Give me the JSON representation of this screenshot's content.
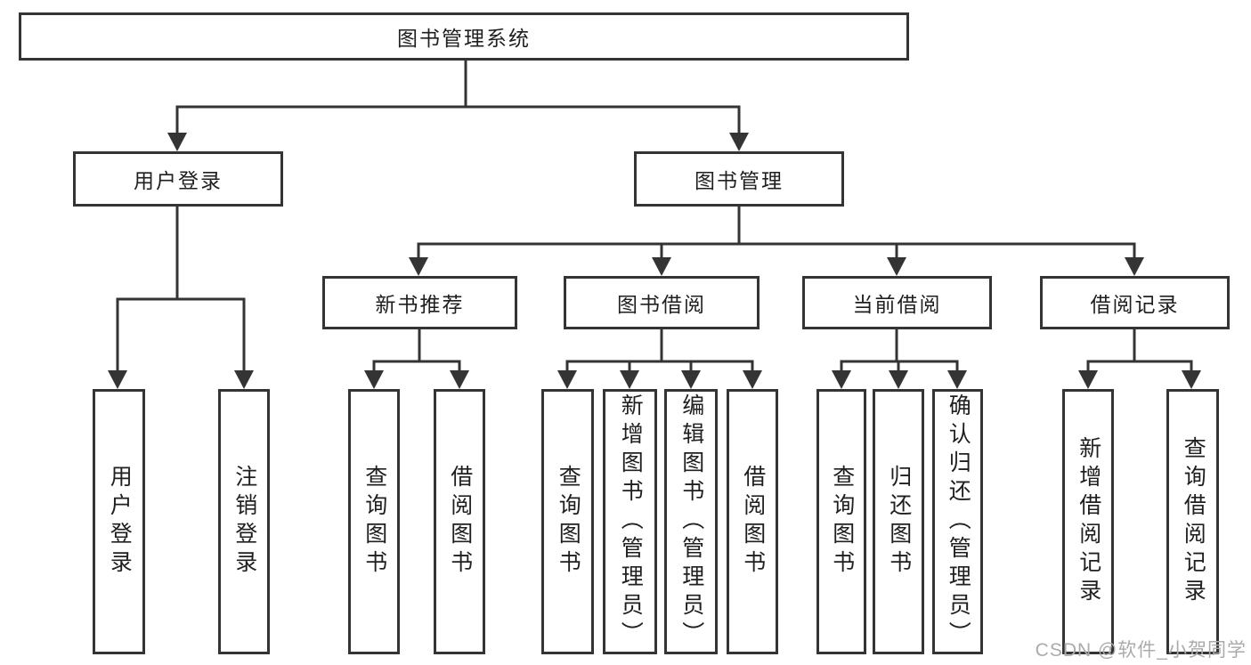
{
  "diagram": {
    "root": {
      "label": "图书管理系统"
    },
    "level2": [
      {
        "label": "用户登录"
      },
      {
        "label": "图书管理"
      }
    ],
    "level3": [
      {
        "label": "新书推荐"
      },
      {
        "label": "图书借阅"
      },
      {
        "label": "当前借阅"
      },
      {
        "label": "借阅记录"
      }
    ],
    "leaves": [
      {
        "label": "用户登录"
      },
      {
        "label": "注销登录"
      },
      {
        "label": "查询图书"
      },
      {
        "label": "借阅图书"
      },
      {
        "label": "查询图书"
      },
      {
        "label": "新增图书（管理员）"
      },
      {
        "label": "编辑图书（管理员）"
      },
      {
        "label": "借阅图书"
      },
      {
        "label": "查询图书"
      },
      {
        "label": "归还图书"
      },
      {
        "label": "确认归还（管理员）"
      },
      {
        "label": "新增借阅记录"
      },
      {
        "label": "查询借阅记录"
      }
    ],
    "watermark": "CSDN @软件_小贺同学",
    "colors": {
      "line": "#343434",
      "text": "#1f1f1f",
      "watermark": "#ababab",
      "background": "#ffffff"
    }
  }
}
